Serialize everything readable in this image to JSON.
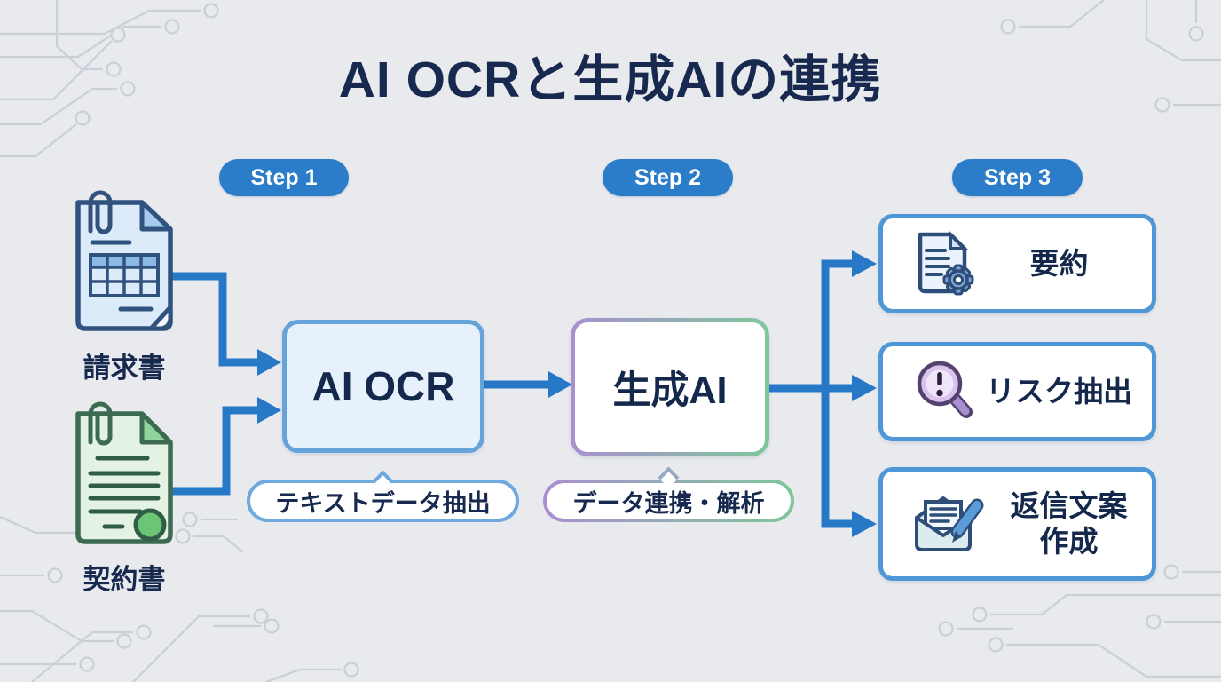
{
  "title": "AI OCRと生成AIの連携",
  "steps": [
    {
      "label": "Step 1"
    },
    {
      "label": "Step 2"
    },
    {
      "label": "Step 3"
    }
  ],
  "inputs": [
    {
      "label": "請求書",
      "icon": "invoice-document-icon"
    },
    {
      "label": "契約書",
      "icon": "contract-document-icon"
    }
  ],
  "process": {
    "ocr": {
      "label": "AI OCR",
      "note": "テキストデータ抽出"
    },
    "genai": {
      "label": "生成AI",
      "note": "データ連携・解析"
    }
  },
  "outputs": [
    {
      "label": "要約",
      "icon": "document-gear-icon"
    },
    {
      "label": "リスク抽出",
      "icon": "magnifier-alert-icon"
    },
    {
      "label": "返信文案作成",
      "icon": "envelope-pen-icon"
    }
  ],
  "colors": {
    "background": "#e9eaee",
    "accent_blue": "#2b7cc9",
    "arrow_blue": "#2878c8",
    "navy_text": "#17294e",
    "ocr_fill": "#e7f1fb",
    "ocr_border": "#66a3d9",
    "genai_gradient_start": "#a98fd0",
    "genai_gradient_end": "#7fc79b",
    "output_border": "#4e96d5",
    "invoice_fill": "#dcebfa",
    "contract_fill": "#e3f2e2",
    "magnifier_purple": "#9b7fc6"
  }
}
